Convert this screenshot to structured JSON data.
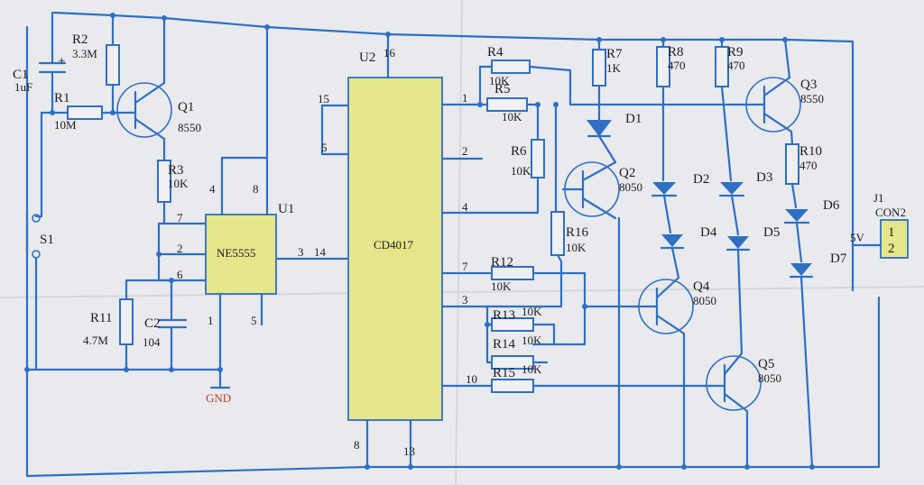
{
  "components": {
    "c1": {
      "ref": "C1",
      "value": "1uF",
      "polarity": "+"
    },
    "r1": {
      "ref": "R1",
      "value": "10M"
    },
    "r2": {
      "ref": "R2",
      "value": "3.3M"
    },
    "r3": {
      "ref": "R3",
      "value": "10K"
    },
    "r4": {
      "ref": "R4",
      "value": "10K"
    },
    "r5": {
      "ref": "R5",
      "value": "10K"
    },
    "r6": {
      "ref": "R6",
      "value": "10K"
    },
    "r7": {
      "ref": "R7",
      "value": "1K"
    },
    "r8": {
      "ref": "R8",
      "value": "470"
    },
    "r9": {
      "ref": "R9",
      "value": "470"
    },
    "r10": {
      "ref": "R10",
      "value": "470"
    },
    "r11": {
      "ref": "R11",
      "value": "4.7M"
    },
    "r12": {
      "ref": "R12",
      "value": "10K"
    },
    "r13": {
      "ref": "R13",
      "value": "10K"
    },
    "r14": {
      "ref": "R14",
      "value": "10K"
    },
    "r15": {
      "ref": "R15",
      "value": "10K"
    },
    "r16": {
      "ref": "R16",
      "value": "10K"
    },
    "c2": {
      "ref": "C2",
      "value": "104"
    },
    "q1": {
      "ref": "Q1",
      "value": "8550"
    },
    "q2": {
      "ref": "Q2",
      "value": "8050"
    },
    "q3": {
      "ref": "Q3",
      "value": "8550"
    },
    "q4": {
      "ref": "Q4",
      "value": "8050"
    },
    "q5": {
      "ref": "Q5",
      "value": "8050"
    },
    "d1": {
      "ref": "D1"
    },
    "d2": {
      "ref": "D2"
    },
    "d3": {
      "ref": "D3"
    },
    "d4": {
      "ref": "D4"
    },
    "d5": {
      "ref": "D5"
    },
    "d6": {
      "ref": "D6"
    },
    "d7": {
      "ref": "D7"
    },
    "s1": {
      "ref": "S1"
    },
    "u1": {
      "ref": "U1",
      "part": "NE5555"
    },
    "u2": {
      "ref": "U2",
      "part": "CD4017"
    },
    "j1": {
      "ref": "J1",
      "part": "CON2",
      "voltage": "5V"
    },
    "gnd": {
      "label": "GND"
    }
  },
  "pins": {
    "u1": {
      "p4": "4",
      "p8": "8",
      "p7": "7",
      "p2": "2",
      "p6": "6",
      "p1": "1",
      "p5": "5",
      "p3": "3"
    },
    "u2": {
      "p16": "16",
      "p15": "15",
      "p5": "5",
      "p14": "14",
      "p8": "8",
      "p13": "13",
      "p1": "1",
      "p2": "2",
      "p4": "4",
      "p7": "7",
      "p3": "3",
      "p10": "10"
    },
    "j1": {
      "p1": "1",
      "p2": "2"
    }
  },
  "colors": {
    "wire": "#2f6fc4",
    "ic_fill": "#e6e68a",
    "gnd_label": "#c0392b",
    "paper": "#e9eaee"
  }
}
